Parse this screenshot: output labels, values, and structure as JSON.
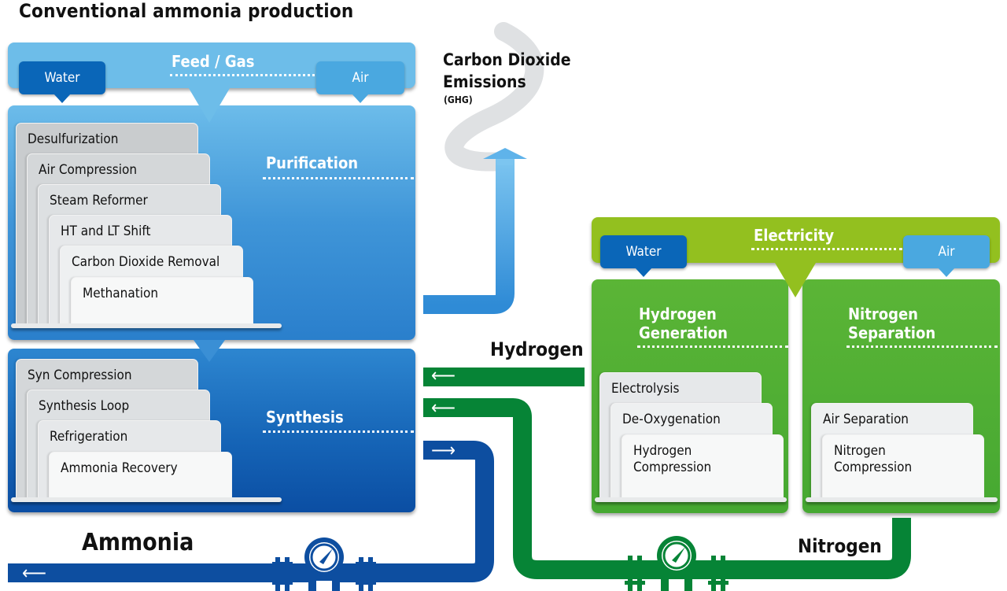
{
  "title": "Conventional ammonia production",
  "conventional": {
    "feed_bar": {
      "label": "Feed / Gas",
      "inputs": [
        "Water",
        "Air"
      ]
    },
    "purification": {
      "label": "Purification",
      "steps": [
        "Desulfurization",
        "Air Compression",
        "Steam Reformer",
        "HT and LT Shift",
        "Carbon Dioxide Removal",
        "Methanation"
      ]
    },
    "synthesis": {
      "label": "Synthesis",
      "steps": [
        "Syn Compression",
        "Synthesis Loop",
        "Refrigeration",
        "Ammonia Recovery"
      ]
    }
  },
  "emissions": {
    "line1": "Carbon Dioxide",
    "line2": "Emissions",
    "note": "(GHG)"
  },
  "green": {
    "electricity_bar": {
      "label": "Electricity",
      "inputs": [
        "Water",
        "Air"
      ]
    },
    "hydrogen_generation": {
      "label_line1": "Hydrogen",
      "label_line2": "Generation",
      "steps": [
        "Electrolysis",
        "De-Oxygenation",
        "Hydrogen",
        "Compression"
      ]
    },
    "nitrogen_separation": {
      "label_line1": "Nitrogen",
      "label_line2": "Separation",
      "steps": [
        "Air Separation",
        "Nitrogen",
        "Compression"
      ]
    }
  },
  "flows": {
    "hydrogen": "Hydrogen",
    "nitrogen": "Nitrogen",
    "ammonia": "Ammonia",
    "arrow_left": "⟵",
    "arrow_right": "⟶"
  },
  "colors": {
    "light_blue": "#6dbde9",
    "mid_blue": "#3f95d8",
    "dark_blue": "#0b4ea3",
    "ammonia_pipe": "#0d4ea0",
    "co2_pipe": "#3c97dc",
    "green_pipe": "#068436",
    "lime": "#93c01f",
    "green_box": "#4cac33"
  }
}
